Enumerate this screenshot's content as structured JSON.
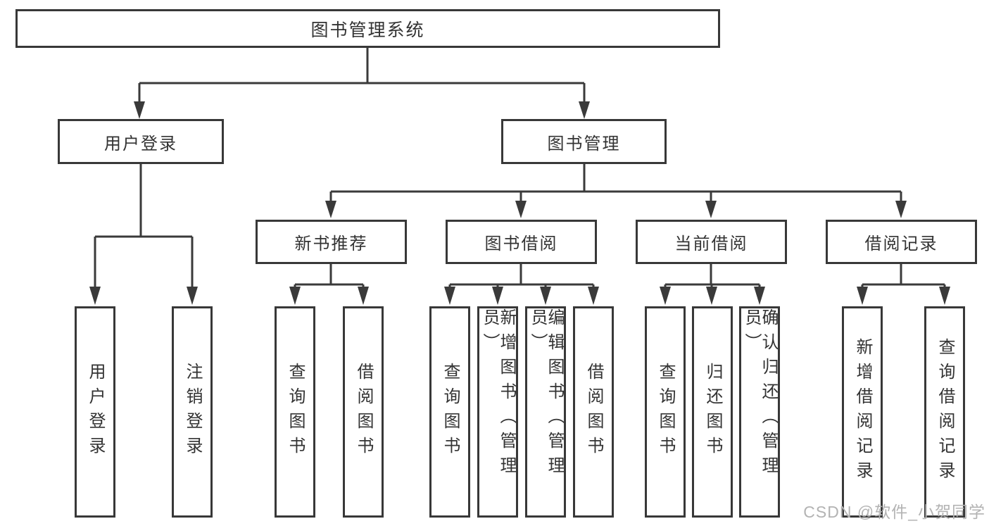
{
  "colors": {
    "line": "#3a3a3a",
    "border": "#383838",
    "text": "#333333",
    "watermark": "#b3b3b3",
    "background": "#ffffff"
  },
  "watermark": "CSDN @软件_小贺同学",
  "tree": {
    "root": {
      "label": "图书管理系统"
    },
    "branches": [
      {
        "label": "用户登录",
        "leaves": [
          {
            "label": "用户登录"
          },
          {
            "label": "注销登录"
          }
        ]
      },
      {
        "label": "图书管理",
        "groups": [
          {
            "label": "新书推荐",
            "leaves": [
              {
                "label": "查询图书"
              },
              {
                "label": "借阅图书"
              }
            ]
          },
          {
            "label": "图书借阅",
            "leaves": [
              {
                "label": "查询图书"
              },
              {
                "label": "新增图书（管理员）"
              },
              {
                "label": "编辑图书（管理员）"
              },
              {
                "label": "借阅图书"
              }
            ]
          },
          {
            "label": "当前借阅",
            "leaves": [
              {
                "label": "查询图书"
              },
              {
                "label": "归还图书"
              },
              {
                "label": "确认归还（管理员）"
              }
            ]
          },
          {
            "label": "借阅记录",
            "leaves": [
              {
                "label": "新增借阅记录"
              },
              {
                "label": "查询借阅记录"
              }
            ]
          }
        ]
      }
    ]
  }
}
